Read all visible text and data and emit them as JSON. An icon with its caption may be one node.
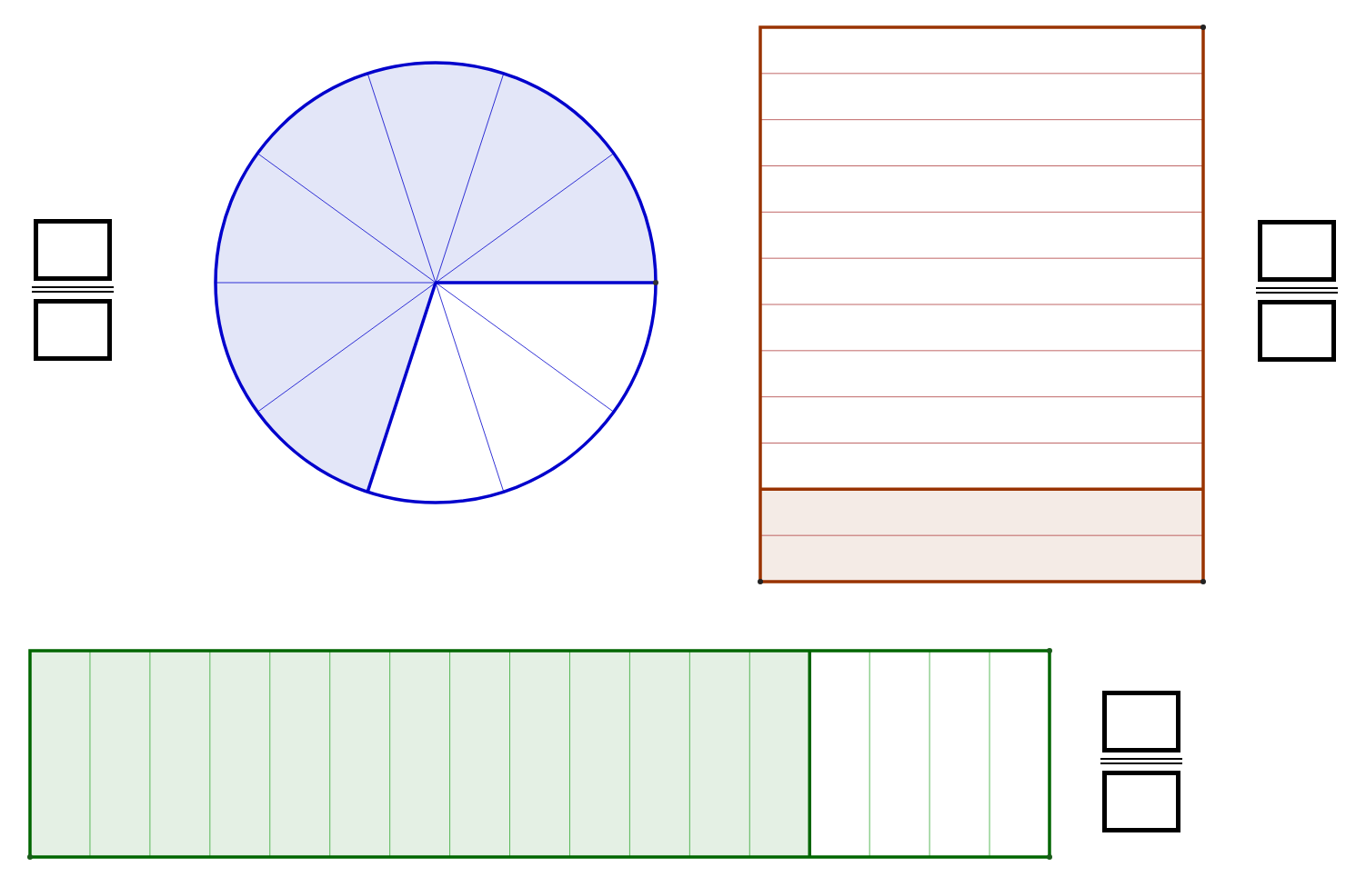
{
  "diagram": {
    "nodes": [
      {
        "text": [],
        "shape": "circle"
      },
      {
        "text": [],
        "shape": "box"
      },
      {
        "text": [],
        "shape": "bar"
      }
    ]
  }
}
